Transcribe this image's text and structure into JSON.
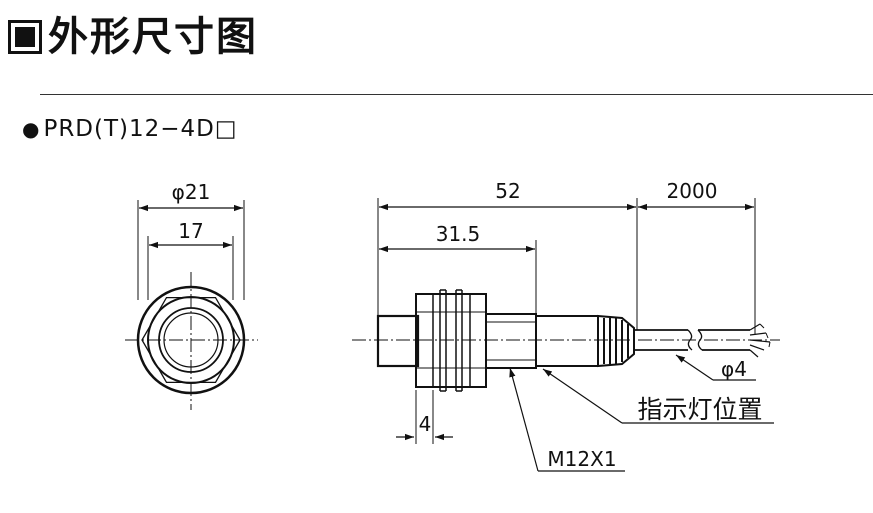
{
  "title": {
    "text": "外形尺寸图"
  },
  "model": {
    "bullet": "●",
    "label": "PRD(T)12−4D□"
  },
  "front_view": {
    "outer_dim": "φ21",
    "inner_dim": "17"
  },
  "side_view": {
    "length_dim": "52",
    "cable_dim": "2000",
    "body_dim": "31.5",
    "nut_dim": "4",
    "cable_dia": "φ4",
    "indicator_label": "指示灯位置",
    "thread_label": "M12X1"
  }
}
